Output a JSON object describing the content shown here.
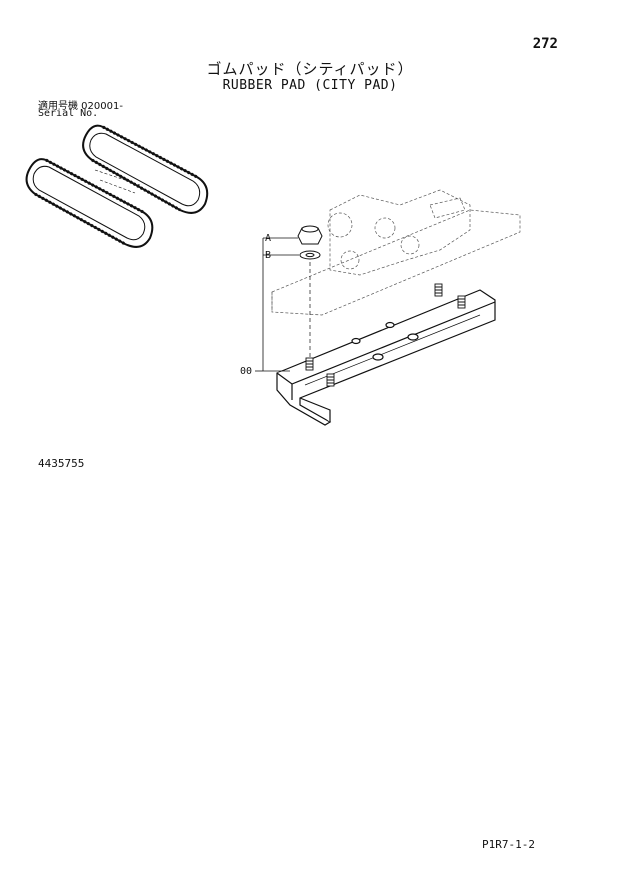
{
  "page": {
    "number": "272",
    "title_ja": "ゴムパッド（シティパッド）",
    "title_en": "RUBBER PAD (CITY PAD)",
    "serial_label_ja": "適用号機 020001-",
    "serial_label_en": "Serial No.",
    "part_code": "4435755",
    "footer_code": "P1R7-1-2"
  },
  "diagram": {
    "callouts": [
      {
        "id": "A",
        "label": "A"
      },
      {
        "id": "B",
        "label": "B"
      },
      {
        "id": "00",
        "label": "00"
      }
    ]
  }
}
